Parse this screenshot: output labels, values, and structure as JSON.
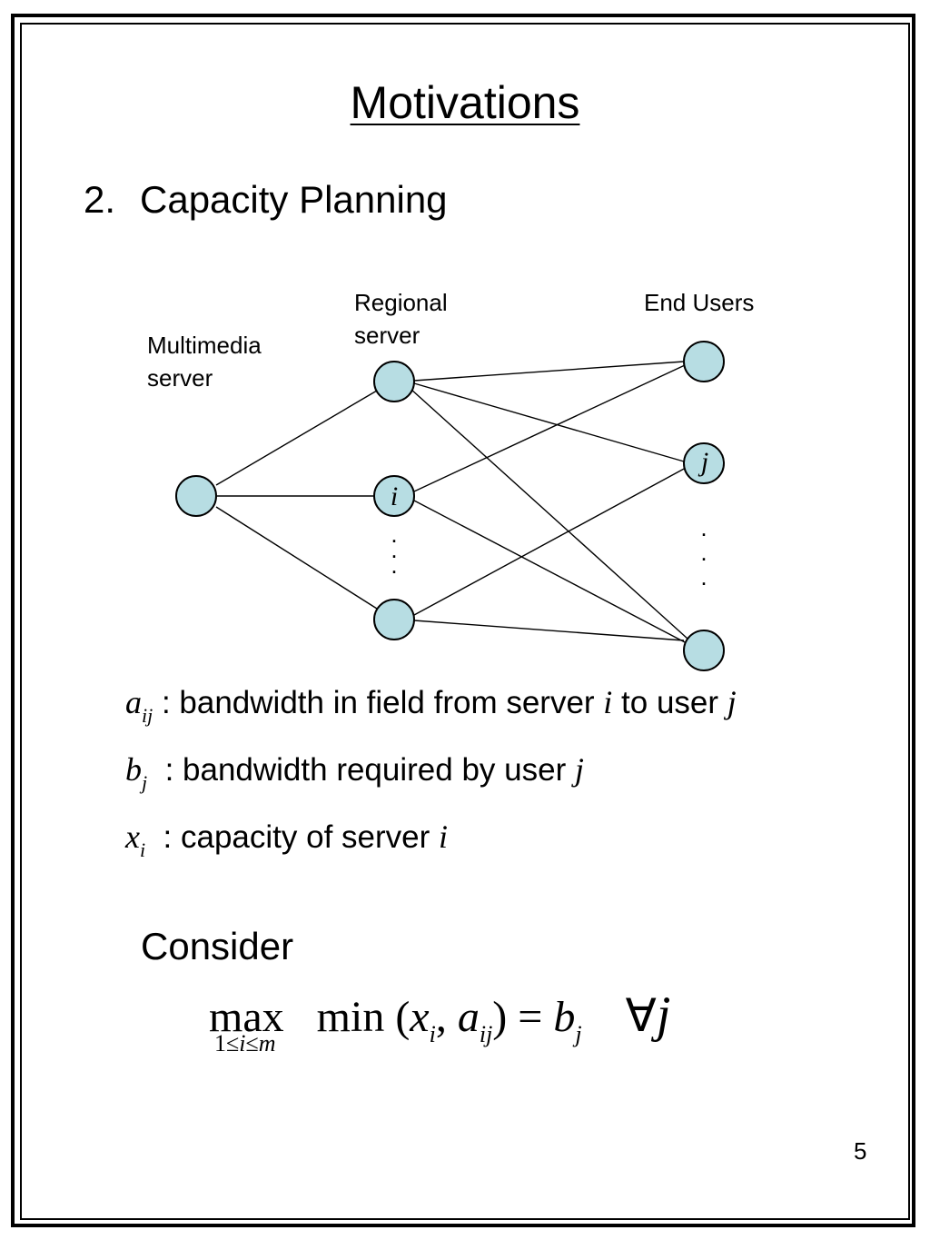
{
  "slide": {
    "title": "Motivations",
    "heading_number": "2.",
    "heading_text": "Capacity Planning",
    "page_number": "5"
  },
  "diagram": {
    "labels": {
      "multimedia_line1": "Multimedia",
      "multimedia_line2": "server",
      "regional_line1": "Regional",
      "regional_line2": "server",
      "end_users": "End Users"
    },
    "node_labels": {
      "regional_i": "i",
      "user_j": "j"
    },
    "ellipsis_dot": "."
  },
  "definitions": {
    "a": {
      "symbol": "a",
      "subscript": "ij",
      "text_before": " : bandwidth in field from server ",
      "var1": "i",
      "text_mid": " to user ",
      "var2": "j"
    },
    "b": {
      "symbol": "b",
      "subscript": "j",
      "text_before": "  : bandwidth required by user ",
      "var1": "j"
    },
    "x": {
      "symbol": "x",
      "subscript": "i",
      "text_before": "  : capacity of server ",
      "var1": "i"
    }
  },
  "consider": {
    "label": "Consider",
    "max_word": "max",
    "min_word": "min",
    "open_paren": " (",
    "x_sym": "x",
    "x_sub": "i",
    "comma": ", ",
    "a_sym": "a",
    "a_sub": "ij",
    "close_eq": ") = ",
    "b_sym": "b",
    "b_sub": "j",
    "forall_sym": "∀",
    "forall_var": "j",
    "range_lower": "1≤",
    "range_var": "i",
    "range_mid": "≤",
    "range_upper": "m"
  }
}
